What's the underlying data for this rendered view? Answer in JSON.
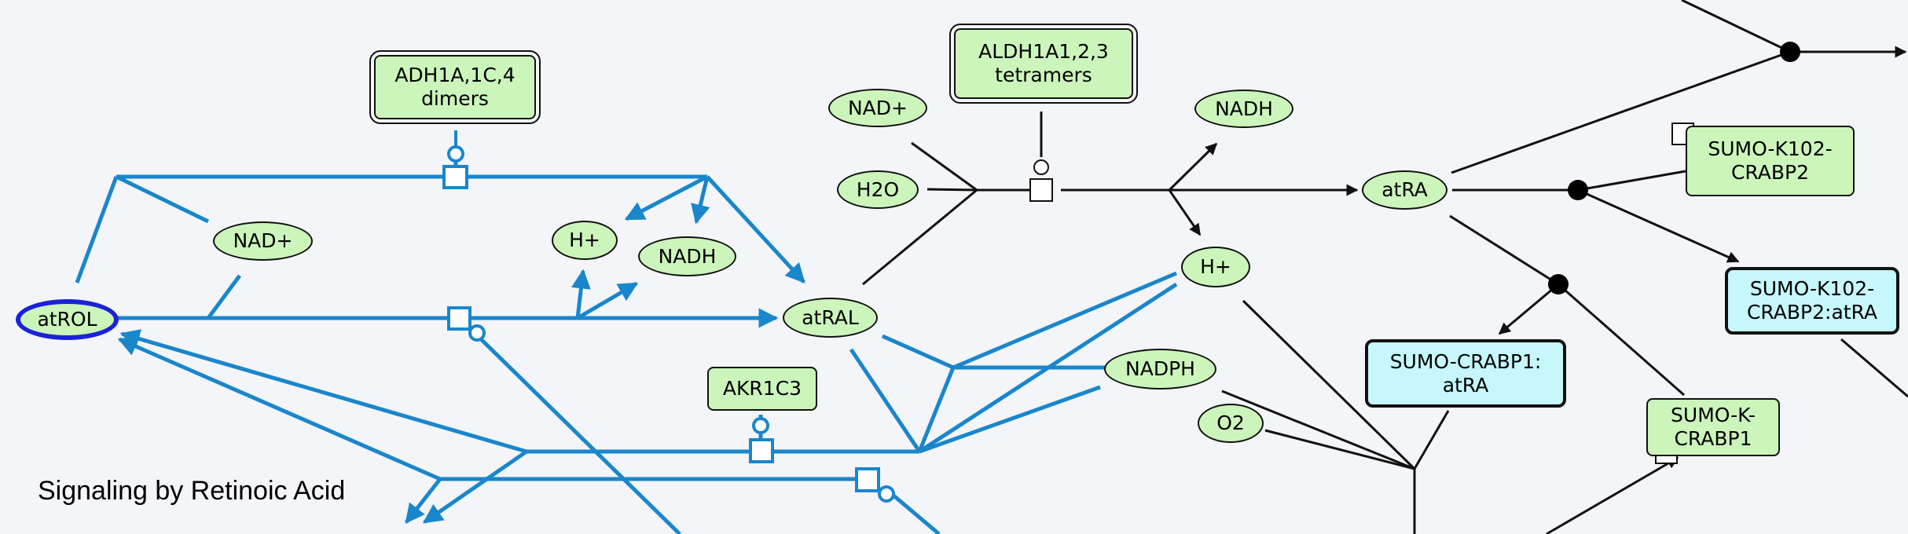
{
  "title": "Signaling by Retinoic Acid",
  "nodes": {
    "adh": "ADH1A,1C,4\ndimers",
    "aldh": "ALDH1A1,2,3\ntetramers",
    "nad_left": "NAD+",
    "nad_top": "NAD+",
    "h_plus_left": "H+",
    "nadh_left": "NADH",
    "h2o": "H2O",
    "nadh_right": "NADH",
    "atrol": "atROL",
    "atral": "atRAL",
    "atra": "atRA",
    "h_plus_right": "H+",
    "nadph": "NADPH",
    "o2": "O2",
    "akr1c3": "AKR1C3",
    "sumo_k102_crabp2": "SUMO-K102-\nCRABP2",
    "sumo_k102_crabp2_atra": "SUMO-K102-\nCRABP2:atRA",
    "sumo_crabp1_atra": "SUMO-CRABP1:\natRA",
    "sumo_k_crabp1": "SUMO-K-\nCRABP1"
  },
  "colors": {
    "highlight_edge": "#1a86cc",
    "edge": "#111111",
    "simple_entity": "#ccf5bb",
    "complex": "#c6f7fb",
    "selected_border": "#1a22d8"
  }
}
